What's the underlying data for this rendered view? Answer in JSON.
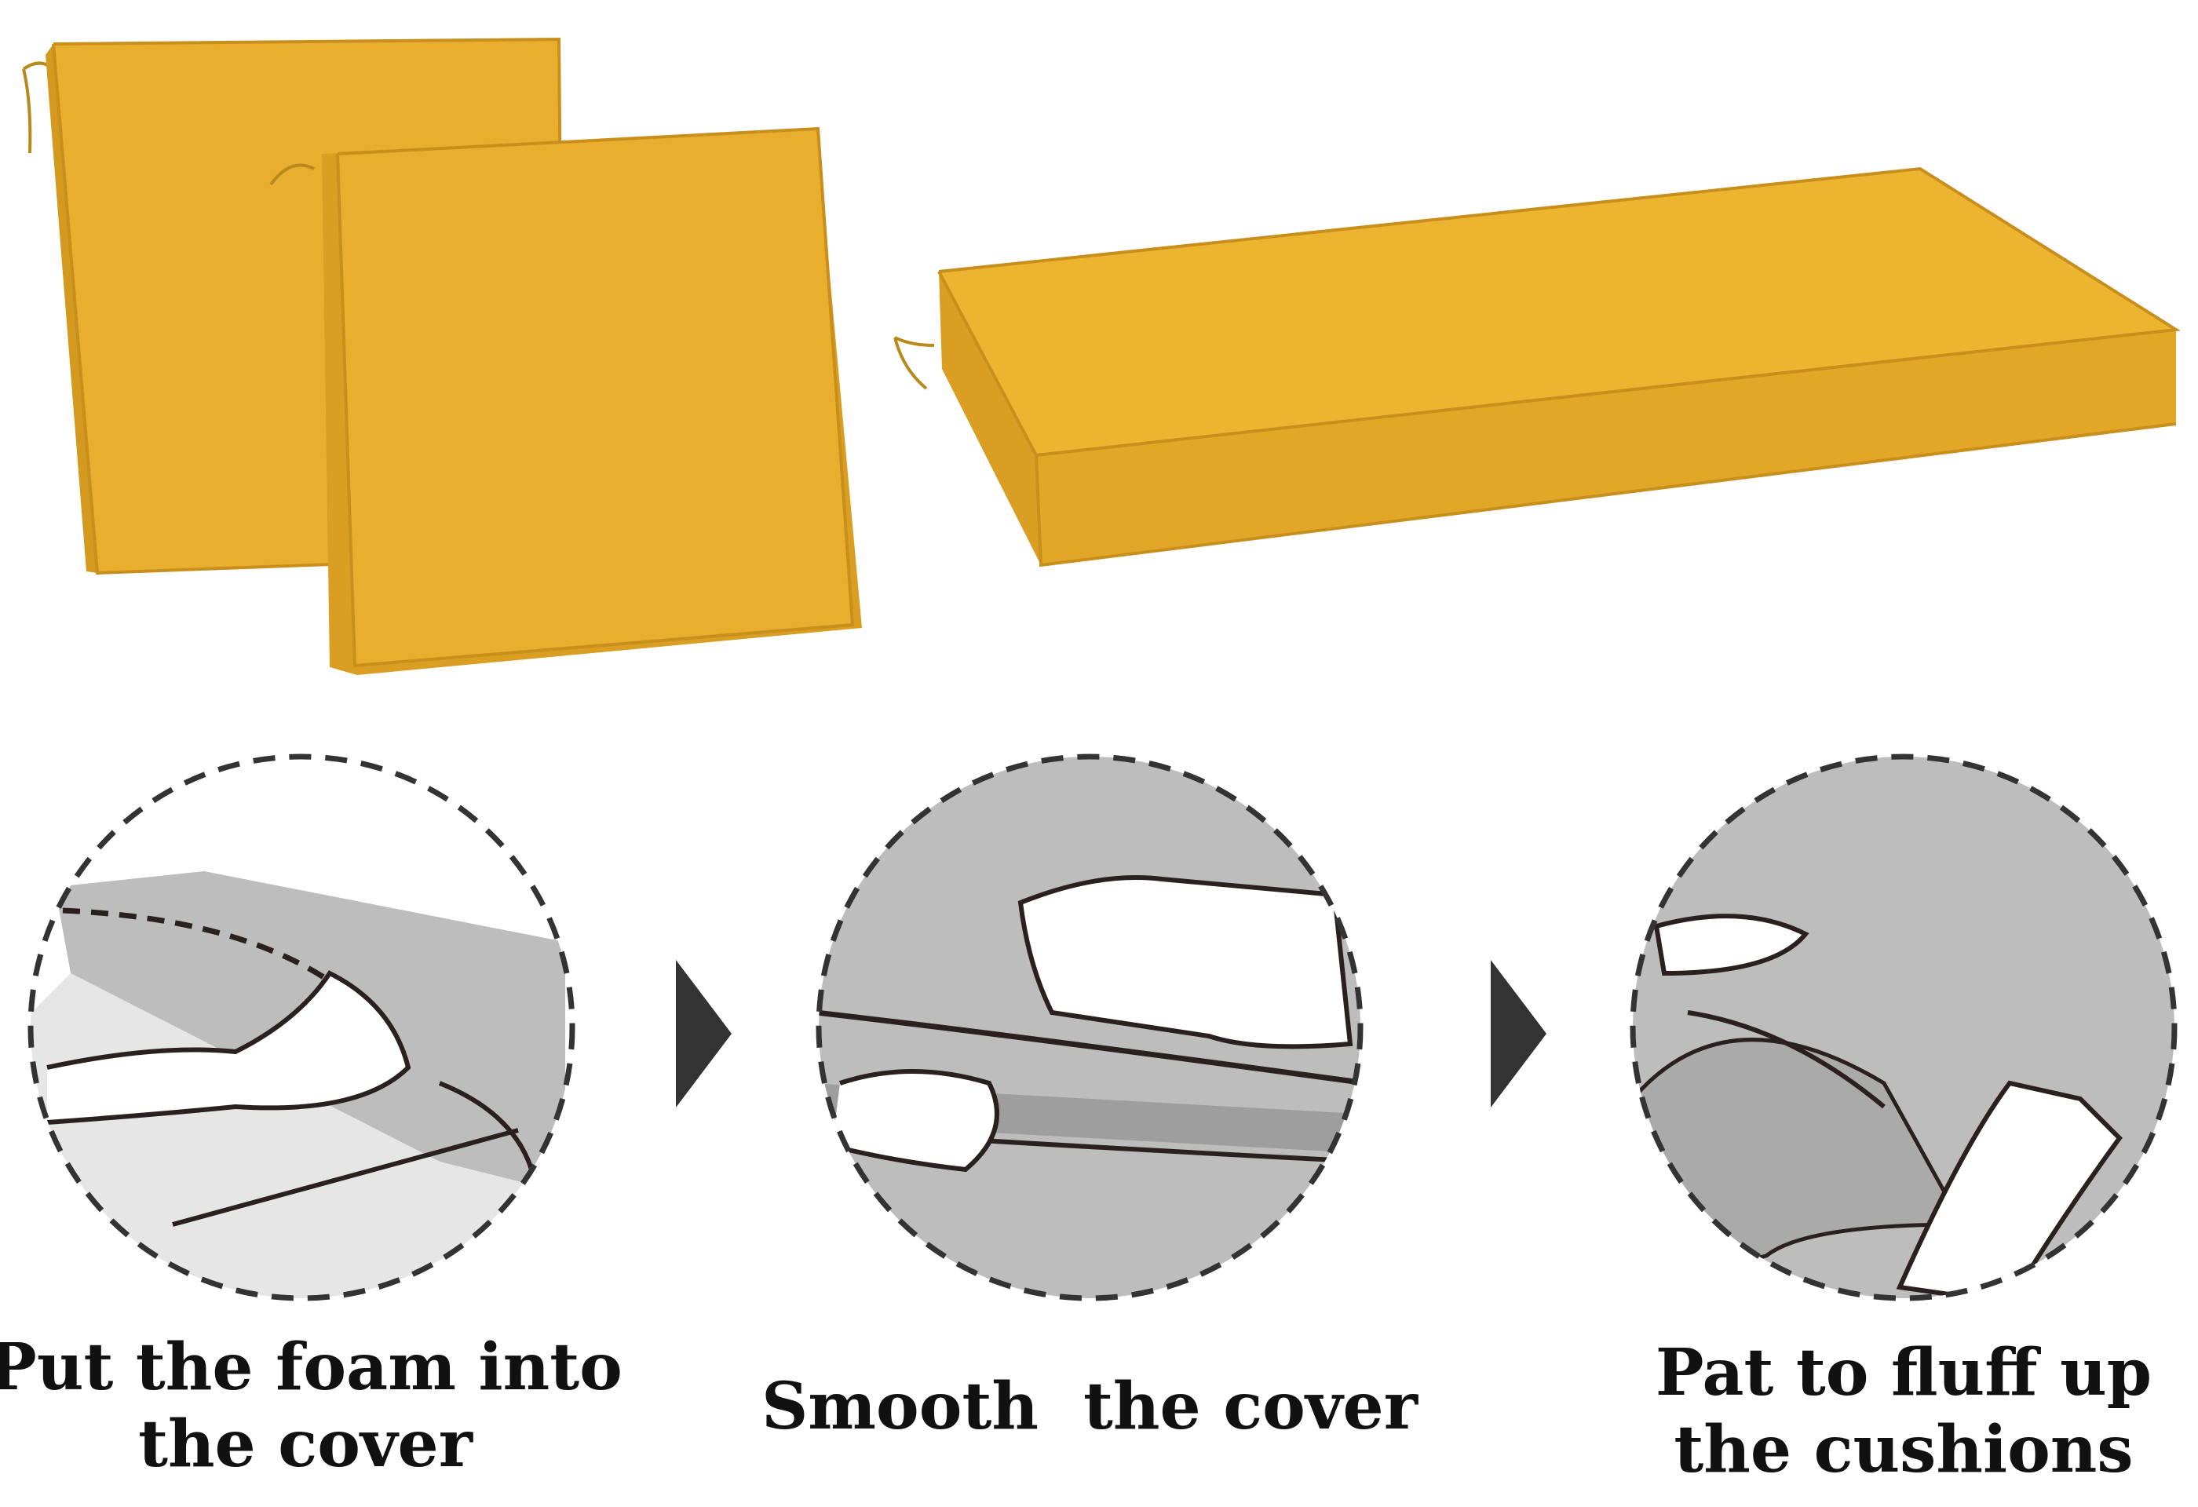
{
  "colors": {
    "cushion": "#E9AE2D",
    "cushion_shade": "#D99E22",
    "cushion_edge": "#C98F1C",
    "illustration_gray": "#BDBDBD",
    "line": "#2B2020",
    "arrow": "#333333"
  },
  "products": [
    "square-seat-cushion",
    "square-seat-cushion",
    "bench-cushion"
  ],
  "steps": [
    {
      "line1": "Put the foam into",
      "line2": "the cover",
      "icon": "foam-insert-illustration"
    },
    {
      "line1": "Smooth  the cover",
      "icon": "smooth-cover-illustration"
    },
    {
      "line1": "Pat to fluff up",
      "line2": "the cushions",
      "icon": "pat-cushion-illustration"
    }
  ]
}
